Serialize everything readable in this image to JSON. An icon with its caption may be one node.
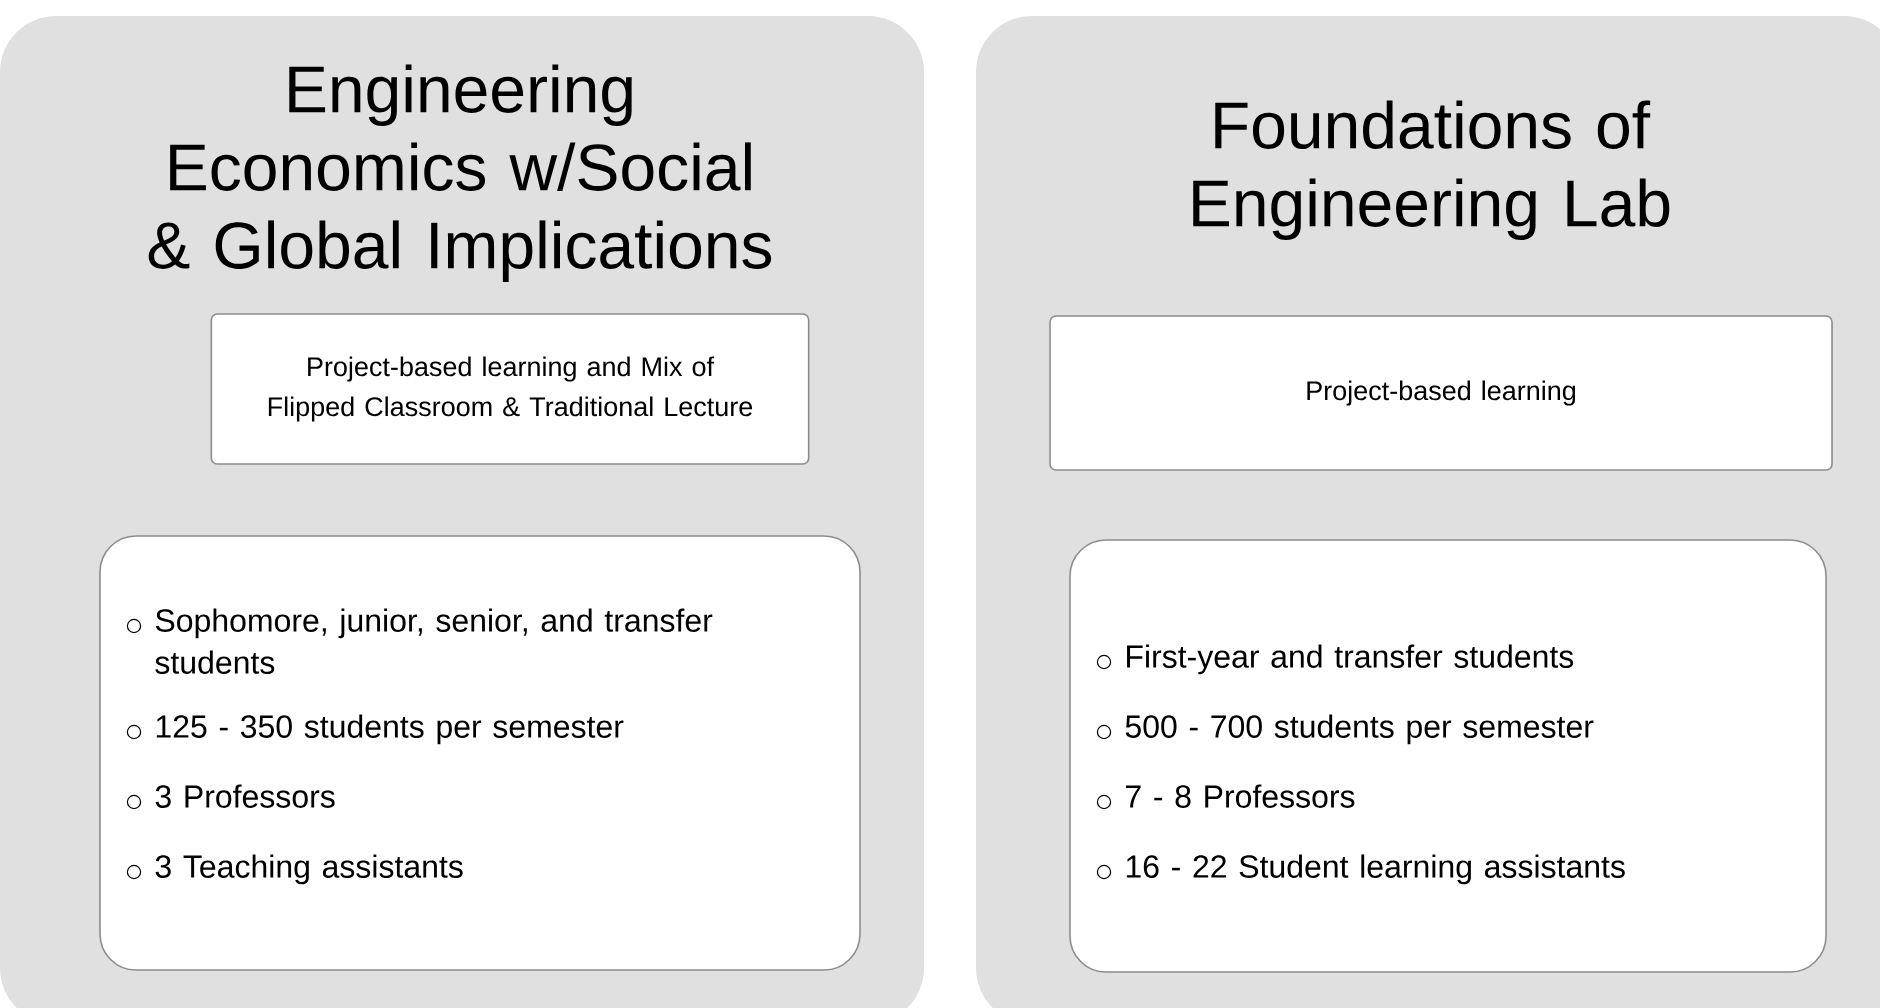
{
  "diagram": {
    "nodes": [
      {
        "text": [
          "Engineering Economics w/Social & Global Implications"
        ]
      },
      {
        "text": [
          "Project-based learning and Mix of Flipped Classroom & Traditional Lecture"
        ],
        "in": 0
      },
      {
        "text": [
          "Sophomore, junior, senior, and transfer students",
          "125 - 350 students per semester",
          "3 Professors",
          "3 Teaching assistants"
        ],
        "in": 0
      },
      {
        "text": [
          "Foundations of Engineering Lab"
        ]
      },
      {
        "text": [
          "Project-based learning"
        ],
        "in": 3
      },
      {
        "text": [
          "First-year and transfer students",
          "500 - 700 students per semester",
          "7 - 8 Professors",
          "16  - 22 Student learning assistants"
        ],
        "in": 3
      }
    ]
  }
}
